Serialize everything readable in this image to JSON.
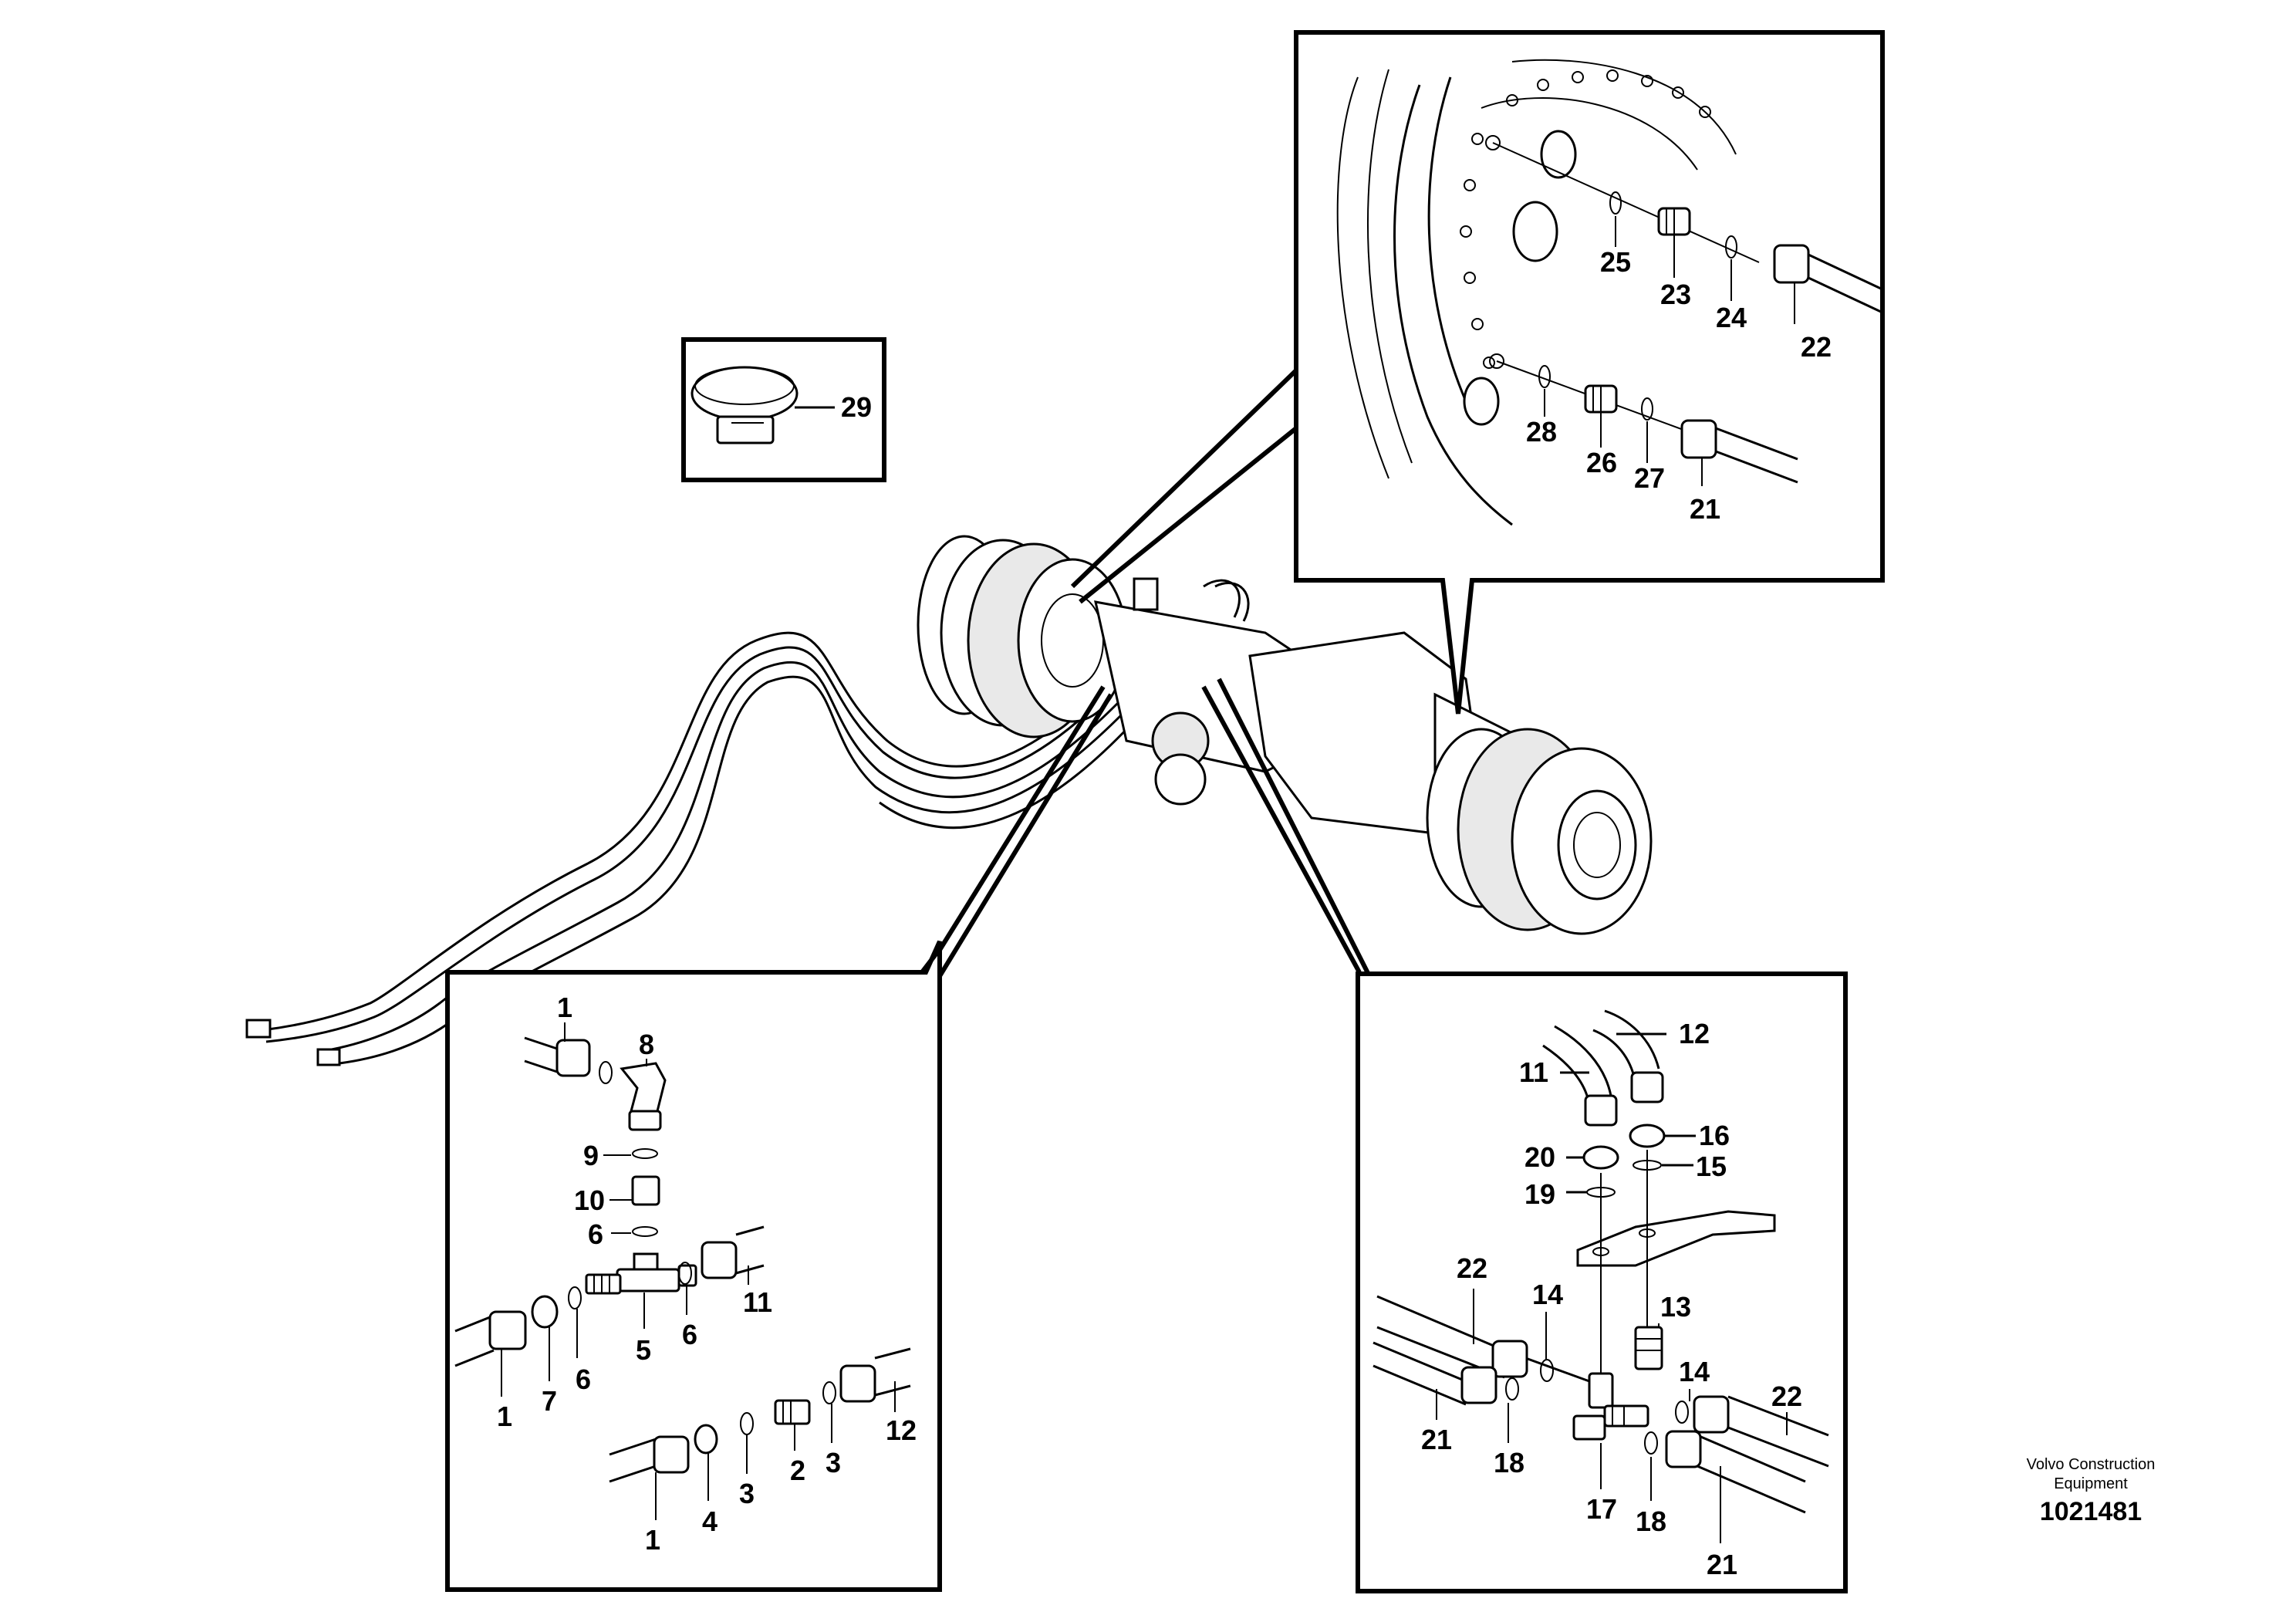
{
  "credit": {
    "line1": "Volvo Construction",
    "line2": "Equipment"
  },
  "doc_number": "1021481",
  "callouts": {
    "c1a": "1",
    "c8": "8",
    "c9": "9",
    "c10": "10",
    "c6a": "6",
    "c11a": "11",
    "c1b": "1",
    "c7": "7",
    "c6b": "6",
    "c5": "5",
    "c6c": "6",
    "c1c": "1",
    "c4": "4",
    "c3a": "3",
    "c2": "2",
    "c3b": "3",
    "c12a": "12",
    "c12b": "12",
    "c11b": "11",
    "c20": "20",
    "c16": "16",
    "c19": "19",
    "c15": "15",
    "c22a": "22",
    "c14a": "14",
    "c13": "13",
    "c14b": "14",
    "c22b": "22",
    "c21a": "21",
    "c18a": "18",
    "c17": "17",
    "c18b": "18",
    "c21b": "21",
    "c25": "25",
    "c23": "23",
    "c24": "24",
    "c22c": "22",
    "c28": "28",
    "c26": "26",
    "c27": "27",
    "c21c": "21",
    "c29": "29"
  },
  "colors": {
    "line": "#000000",
    "background": "#ffffff"
  }
}
